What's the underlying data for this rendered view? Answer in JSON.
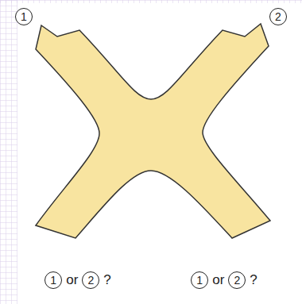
{
  "diagram": {
    "labels": [
      "1",
      "2",
      "1",
      "or",
      "2",
      "?",
      "1",
      "or",
      "2",
      "?"
    ]
  }
}
